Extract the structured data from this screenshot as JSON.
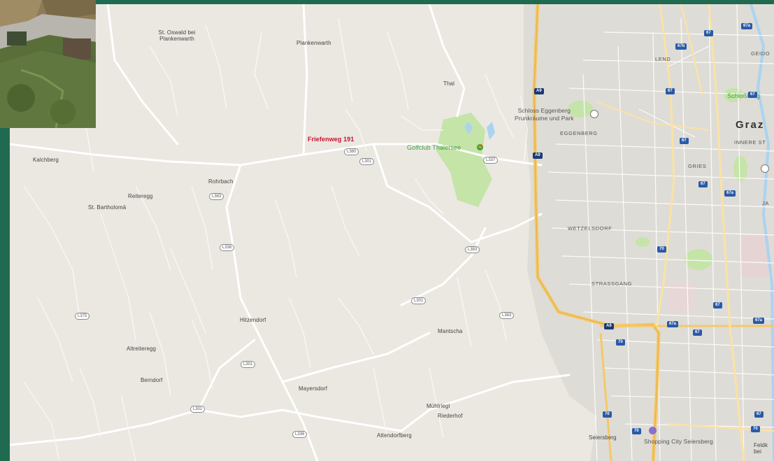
{
  "map": {
    "marker_label": "Friefenweg 191",
    "places": [
      {
        "id": "st-oswald",
        "text": "St. Oswald bei\nPlankenwarth"
      },
      {
        "id": "plankenwarth",
        "text": "Plankenwarth"
      },
      {
        "id": "thal",
        "text": "Thal"
      },
      {
        "id": "kalchberg",
        "text": "Kalchberg"
      },
      {
        "id": "rohrbach",
        "text": "Rohrbach"
      },
      {
        "id": "reiteregg",
        "text": "Reiteregg"
      },
      {
        "id": "st-bartholoma",
        "text": "St. Bartholomä"
      },
      {
        "id": "hitzendorf",
        "text": "Hitzendorf"
      },
      {
        "id": "altreiteregg",
        "text": "Altreiteregg"
      },
      {
        "id": "berndorf",
        "text": "Berndorf"
      },
      {
        "id": "mayersdorf",
        "text": "Mayersdorf"
      },
      {
        "id": "mantscha",
        "text": "Mantscha"
      },
      {
        "id": "muhlriegl",
        "text": "Mühlriegl"
      },
      {
        "id": "riederhof",
        "text": "Riederhof"
      },
      {
        "id": "attendorfberg",
        "text": "Attendorfberg"
      },
      {
        "id": "seiersberg",
        "text": "Seiersberg"
      },
      {
        "id": "feldkirchen",
        "text": "Feldk\nbei"
      }
    ],
    "districts": [
      {
        "id": "lend",
        "text": "LEND"
      },
      {
        "id": "eggenberg",
        "text": "EGGENBERG"
      },
      {
        "id": "innere-stadt",
        "text": "INNERE ST"
      },
      {
        "id": "gries",
        "text": "GRIES"
      },
      {
        "id": "wetzelsdorf",
        "text": "WETZELSDORF"
      },
      {
        "id": "strassgang",
        "text": "STRASSGANG"
      },
      {
        "id": "geidorf",
        "text": "GEIDO"
      },
      {
        "id": "jakomini",
        "text": "JA"
      }
    ],
    "city": "Graz",
    "green_labels": [
      {
        "id": "golfclub",
        "text": "Golfclub Thalersee"
      },
      {
        "id": "schlossberg",
        "text": "Schloßberg"
      }
    ],
    "pois": [
      {
        "id": "schloss-eggenberg",
        "text": "Schloss Eggenberg\nPrunkräume und Park"
      },
      {
        "id": "shopping-city",
        "text": "Shopping City Seiersberg"
      }
    ],
    "shields": [
      "L380",
      "L301",
      "L337",
      "L336",
      "L383",
      "L375",
      "L301",
      "L301",
      "L383",
      "L301",
      "L336",
      "L383"
    ],
    "highways": [
      "A9",
      "A9",
      "A9",
      "67",
      "67a",
      "67b",
      "67",
      "67",
      "67",
      "67a",
      "67",
      "67a",
      "67",
      "67a",
      "67",
      "70",
      "70",
      "70",
      "70",
      "70",
      "67"
    ],
    "colors": {
      "land": "#ebe8e2",
      "road": "#ffffff",
      "motorway": "#f3c969",
      "park": "#c5e4a8",
      "urban": "#dedcd6",
      "marker": "#d9232d"
    }
  }
}
